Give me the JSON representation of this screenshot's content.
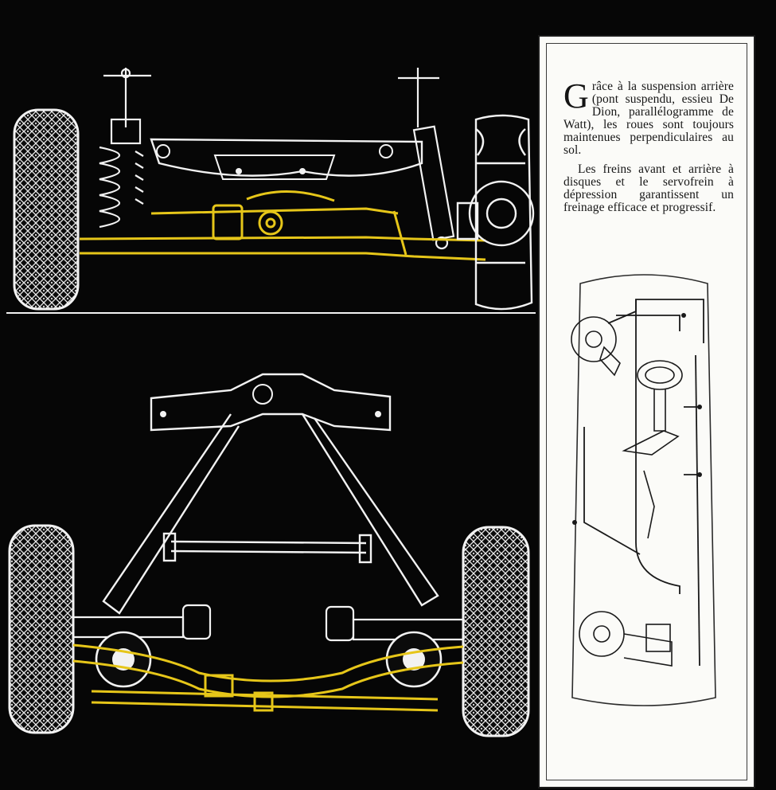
{
  "panel": {
    "dropcap": "G",
    "paragraph1_rest": "râce à la suspension arrière (pont suspendu, essieu De Dion, parallélogramme de Watt), les roues sont toujours maintenues perpendiculaires au sol.",
    "paragraph2": "Les freins avant et arrière à disques et le servofrein à dépression garantissent un freinage efficace et progressif."
  },
  "colors": {
    "background": "#060606",
    "line_art": "#f2f2f2",
    "highlight": "#e6c619",
    "panel": "#fbfbf8",
    "text": "#161616"
  },
  "icons": [
    "tire-icon",
    "shock-absorber-icon",
    "brake-disc-icon",
    "brake-pedal-icon",
    "servo-brake-icon"
  ]
}
